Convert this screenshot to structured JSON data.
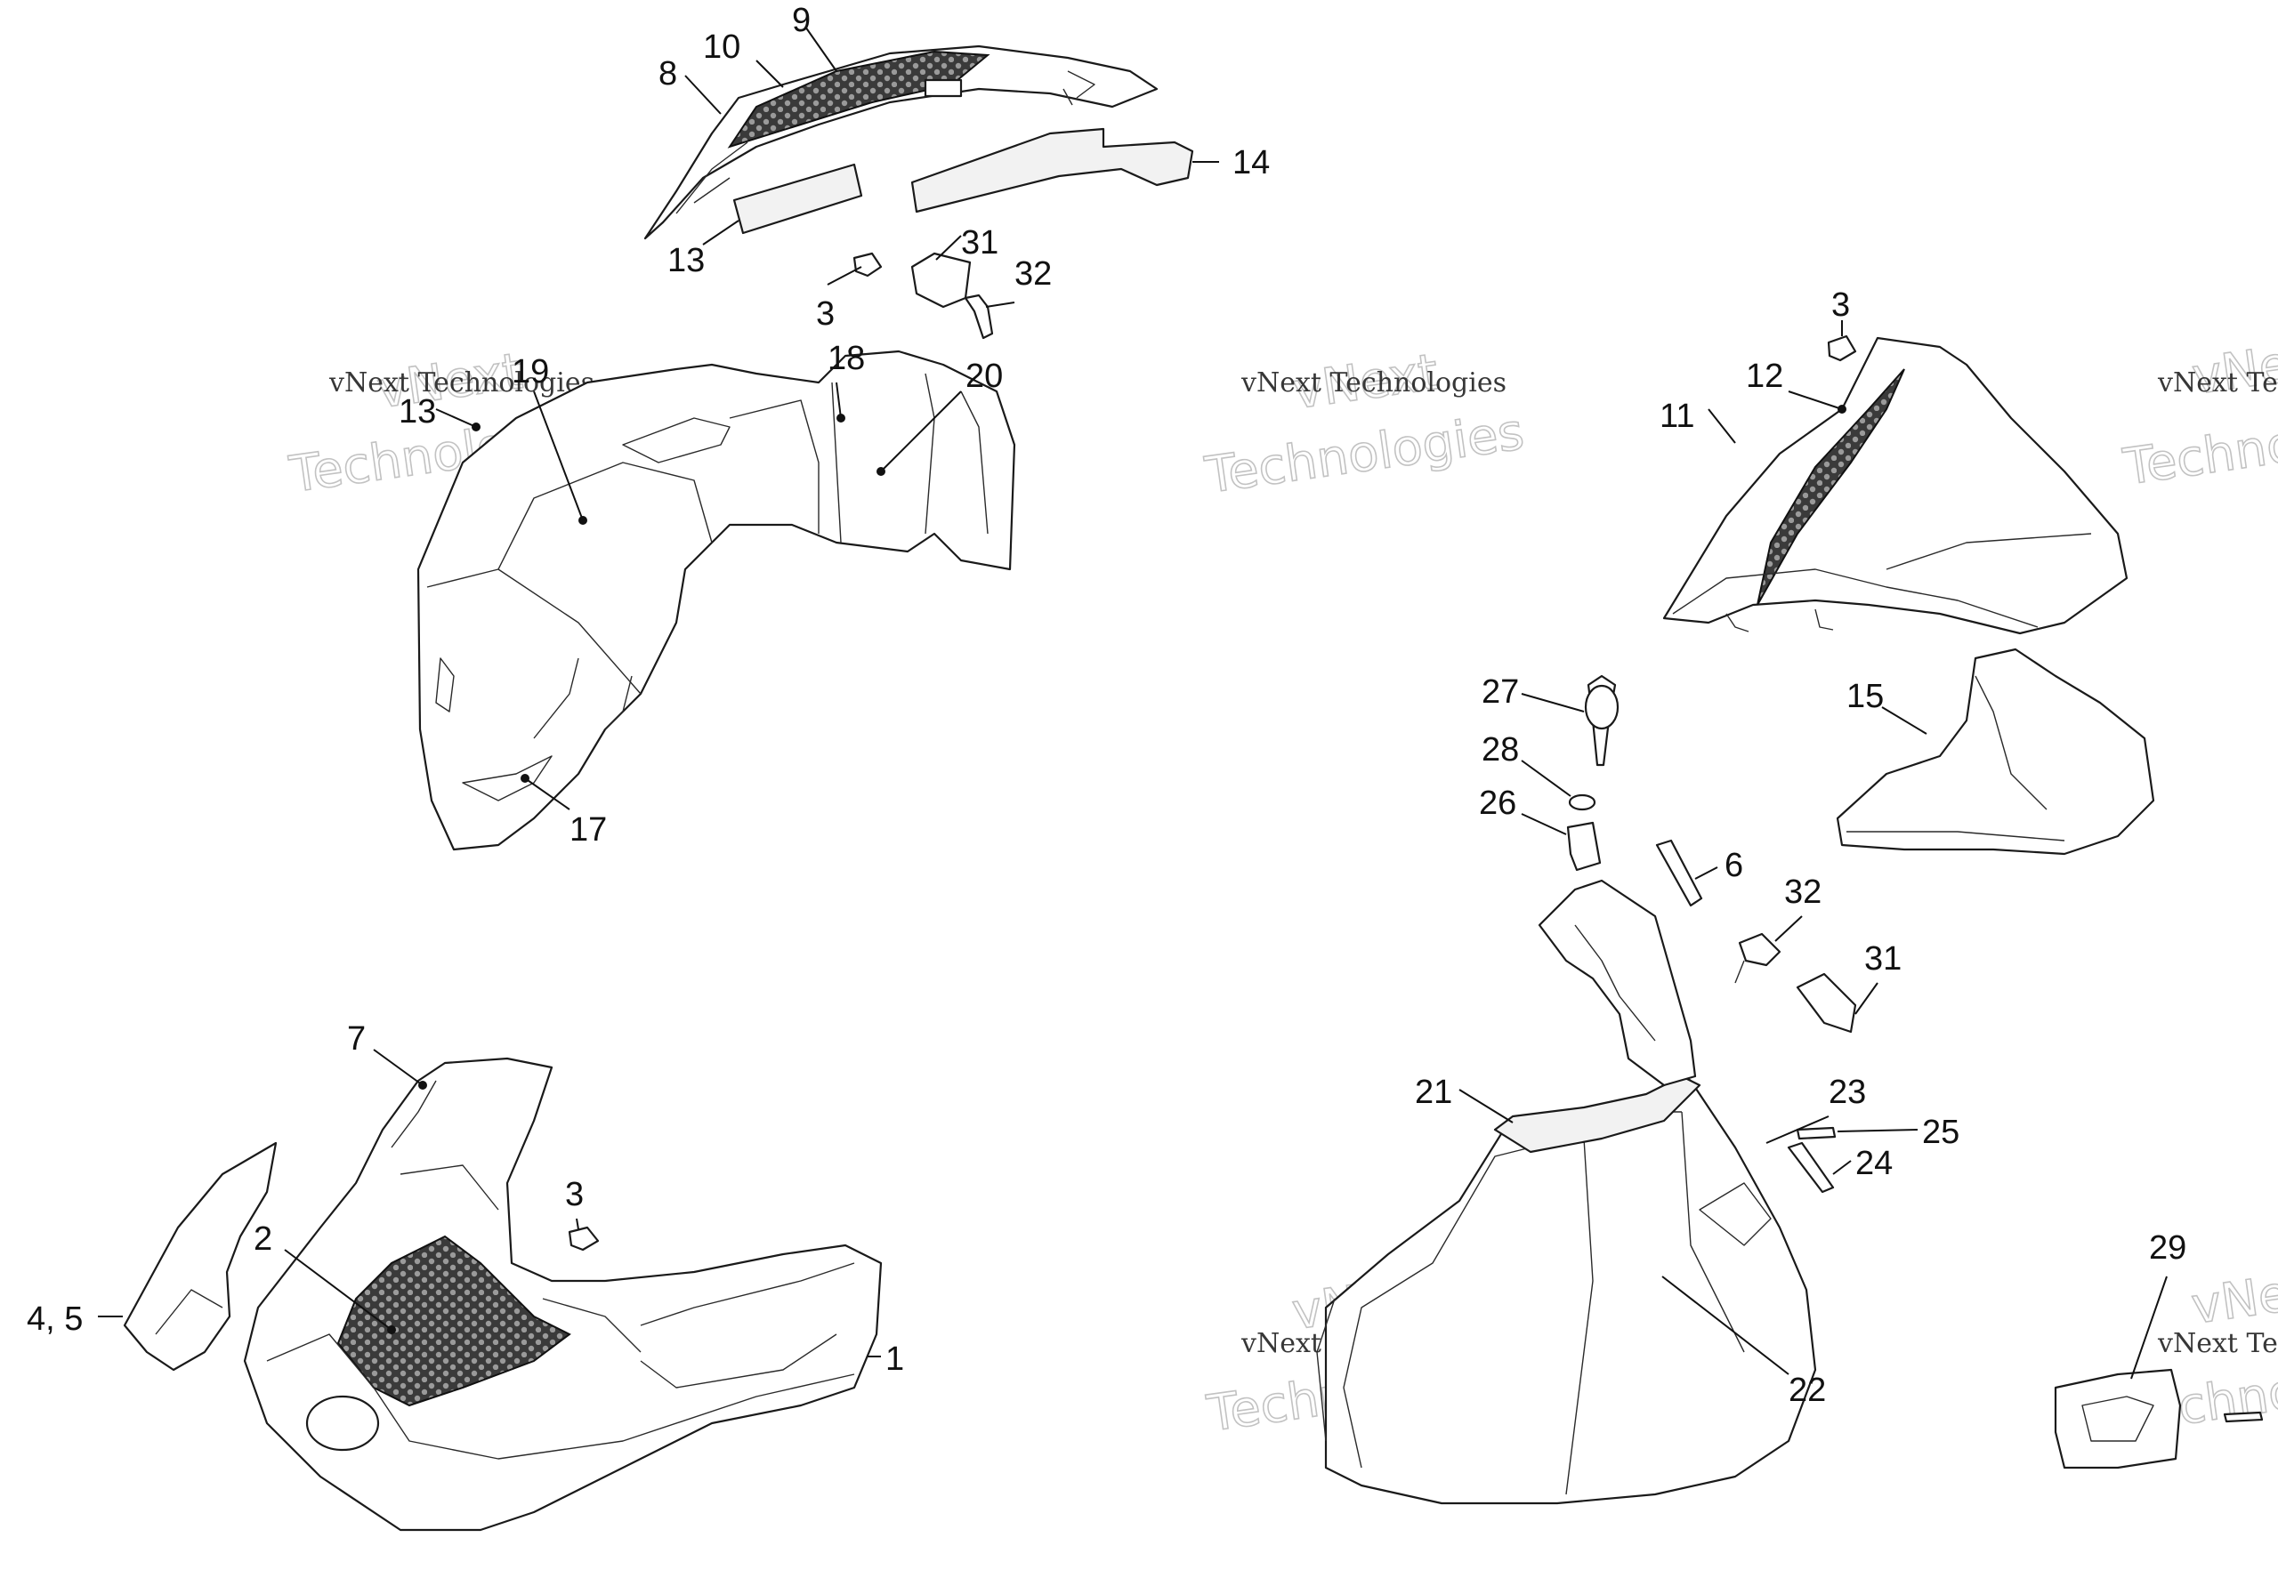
{
  "watermark": {
    "line1": "vNext",
    "line2": "Technologies",
    "small": "vNext Technologies"
  },
  "callouts": {
    "c1": "1",
    "c2": "2",
    "c3a": "3",
    "c3b": "3",
    "c3c": "3",
    "c45": "4, 5",
    "c6": "6",
    "c7": "7",
    "c8": "8",
    "c9": "9",
    "c10": "10",
    "c11": "11",
    "c12": "12",
    "c13a": "13",
    "c13b": "13",
    "c14": "14",
    "c15": "15",
    "c17": "17",
    "c18": "18",
    "c19": "19",
    "c20": "20",
    "c21": "21",
    "c22": "22",
    "c23": "23",
    "c24": "24",
    "c25": "25",
    "c26": "26",
    "c27": "27",
    "c28": "28",
    "c29": "29",
    "c31a": "31",
    "c31b": "31",
    "c32a": "32",
    "c32b": "32"
  }
}
